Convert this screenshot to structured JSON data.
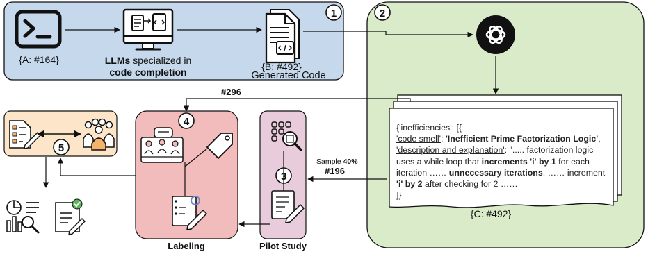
{
  "step1": {
    "number": "1",
    "terminal_caption": "{A: #164}",
    "llm_caption_bold1": "LLMs",
    "llm_caption_rest1": " specialized in",
    "llm_caption_bold2": "code completion",
    "generated_caption_1": "{B: #492}",
    "generated_caption_2": "Generated Code"
  },
  "step2": {
    "number": "2",
    "json_lines": {
      "l1": "{'inefficiencies': [{",
      "l2_key": "'code smell'",
      "l2_sep": ": ",
      "l2_val": "'Inefficient Prime Factorization Logic'",
      "l2_end": ",",
      "l3_key": "'description and explanation'",
      "l3_rest": ": \"..... factorization logic",
      "l4_a": "uses a while loop that ",
      "l4_b": "increments 'i' by 1",
      "l4_c": " for each",
      "l5_a": "iteration …… ",
      "l5_b": "unnecessary iterations",
      "l5_c": ", …… increment",
      "l6_a": "'i' by 2",
      "l6_b": " after checking for 2 ……",
      "l7": "]}"
    },
    "doc_caption": "{C: #492}"
  },
  "step3": {
    "number": "3",
    "sample_prefix": "Sample ",
    "sample_pct": "40%",
    "sample_count": "#196",
    "label": "Pilot Study"
  },
  "step4": {
    "number": "4",
    "label": "Labeling",
    "feedback_count": "#296"
  },
  "step5": {
    "number": "5"
  },
  "colors": {
    "step1_bg": "#c5d8ec",
    "step2_bg": "#d9ebc8",
    "labeling_bg": "#f3bcbc",
    "pilot_bg": "#e9ccdc",
    "review_bg": "#fde5c9"
  }
}
